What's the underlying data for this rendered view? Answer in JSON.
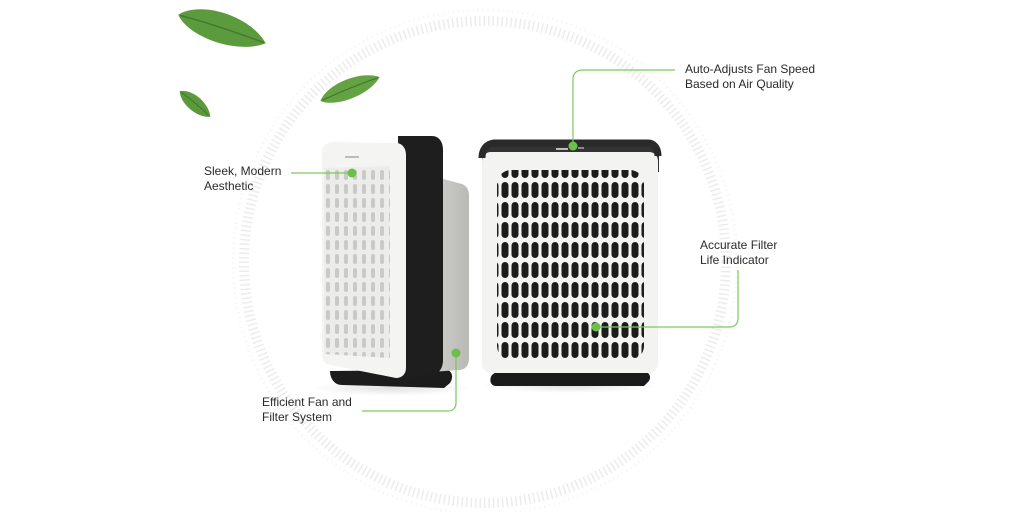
{
  "colors": {
    "accent": "#6cc04a",
    "device_body": "#f2f2f0",
    "device_dark": "#1e1e1e",
    "leaf": "#5c9a3e"
  },
  "devices": [
    {
      "name": "air-purifier-angled",
      "view": "three-quarter"
    },
    {
      "name": "air-purifier-front",
      "view": "front"
    }
  ],
  "callouts": [
    {
      "id": "sleek",
      "lines": [
        "Sleek, Modern",
        "Aesthetic"
      ]
    },
    {
      "id": "auto",
      "lines": [
        "Auto-Adjusts Fan Speed",
        "Based on Air Quality"
      ]
    },
    {
      "id": "filter-life",
      "lines": [
        "Accurate Filter",
        "Life Indicator"
      ]
    },
    {
      "id": "fan",
      "lines": [
        "Efficient Fan and",
        "Filter System"
      ]
    }
  ]
}
